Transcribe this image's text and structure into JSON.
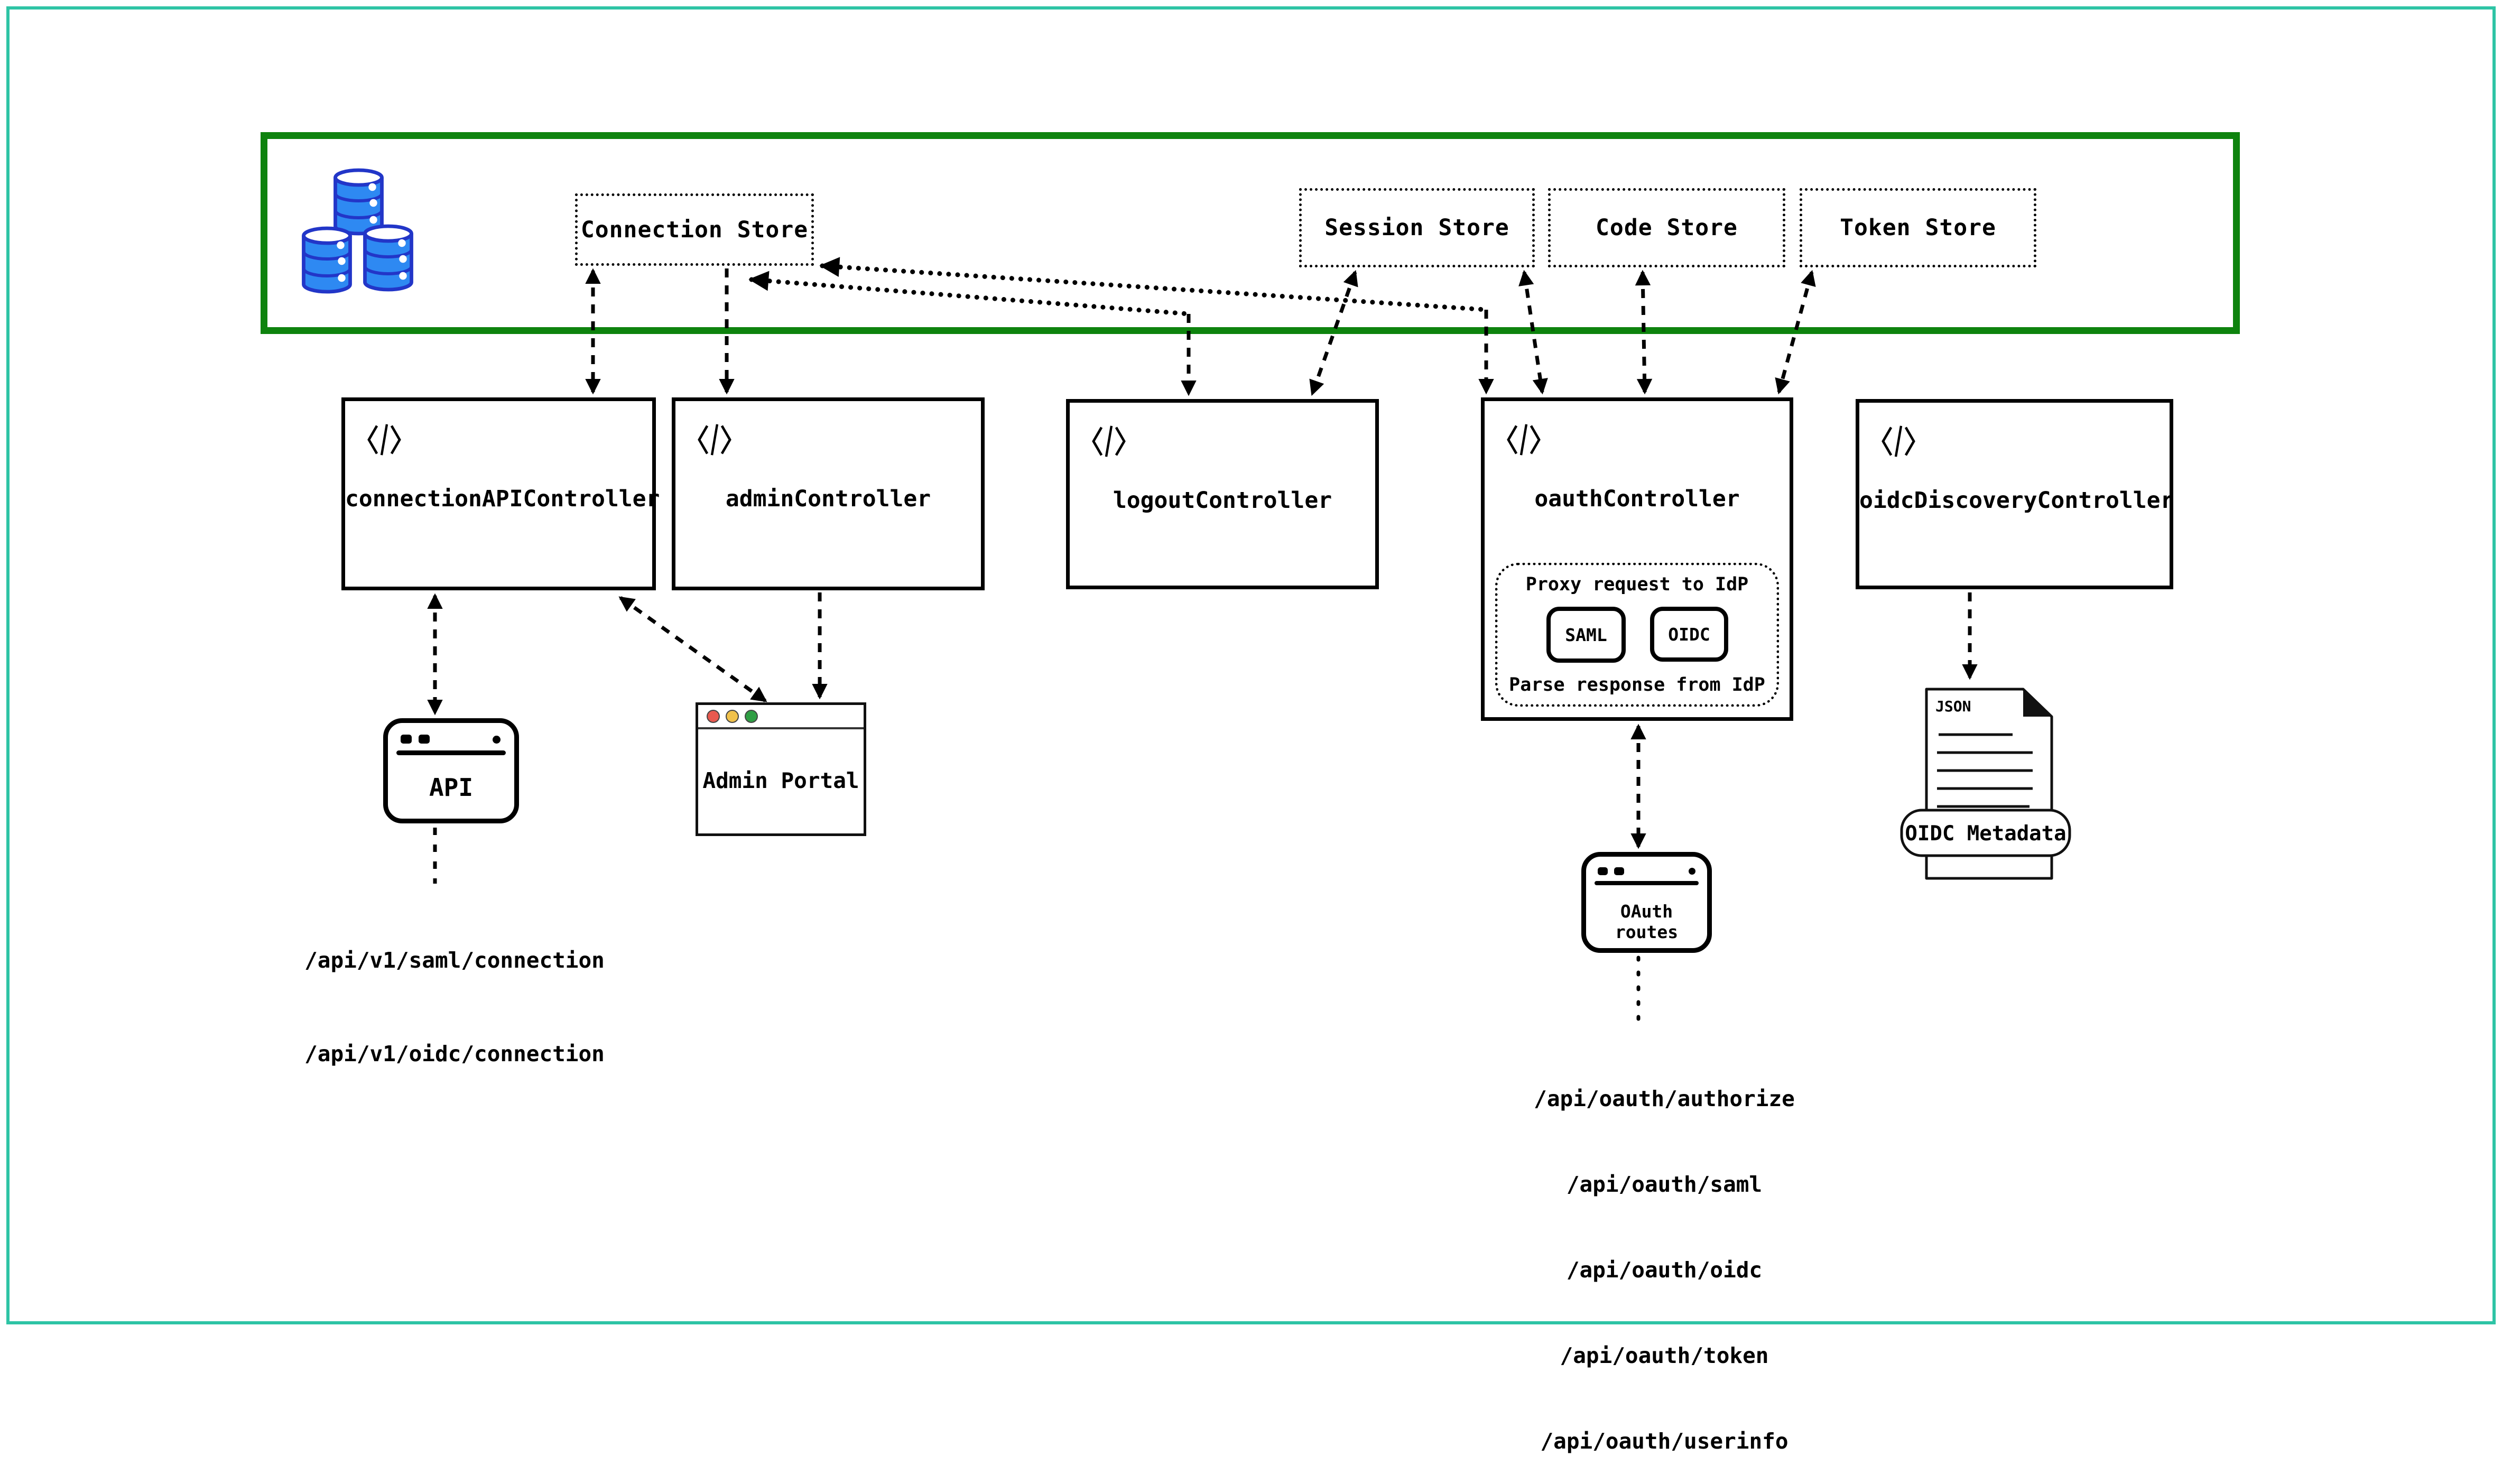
{
  "colors": {
    "outer_border": "#2ec4a5",
    "zone_border": "#0e830e",
    "database_fill": "#2e89f2",
    "database_stroke": "#2236c8",
    "traffic_red": "#e8594f",
    "traffic_yellow": "#f0c14b",
    "traffic_green": "#2f9e44"
  },
  "zone": {
    "stores": [
      {
        "label": "Connection Store"
      },
      {
        "label": "Session Store"
      },
      {
        "label": "Code Store"
      },
      {
        "label": "Token Store"
      }
    ]
  },
  "controllers": [
    {
      "label": "connectionAPIController"
    },
    {
      "label": "adminController"
    },
    {
      "label": "logoutController"
    },
    {
      "label": "oauthController"
    },
    {
      "label": "oidcDiscoveryController"
    }
  ],
  "oauth_detail": {
    "title": "Proxy request to IdP",
    "protocols": [
      {
        "label": "SAML"
      },
      {
        "label": "OIDC"
      }
    ],
    "footer": "Parse response from IdP"
  },
  "windows": {
    "api": {
      "label": "API"
    },
    "admin_portal": {
      "label": "Admin Portal"
    },
    "oauth_routes": {
      "label": "OAuth routes"
    }
  },
  "metadata_doc": {
    "badge": "JSON",
    "label": "OIDC Metadata"
  },
  "endpoints": {
    "connection": [
      "/api/v1/saml/connection",
      "/api/v1/oidc/connection"
    ],
    "oauth": [
      "/api/oauth/authorize",
      "/api/oauth/saml",
      "/api/oauth/oidc",
      "/api/oauth/token",
      "/api/oauth/userinfo"
    ]
  }
}
